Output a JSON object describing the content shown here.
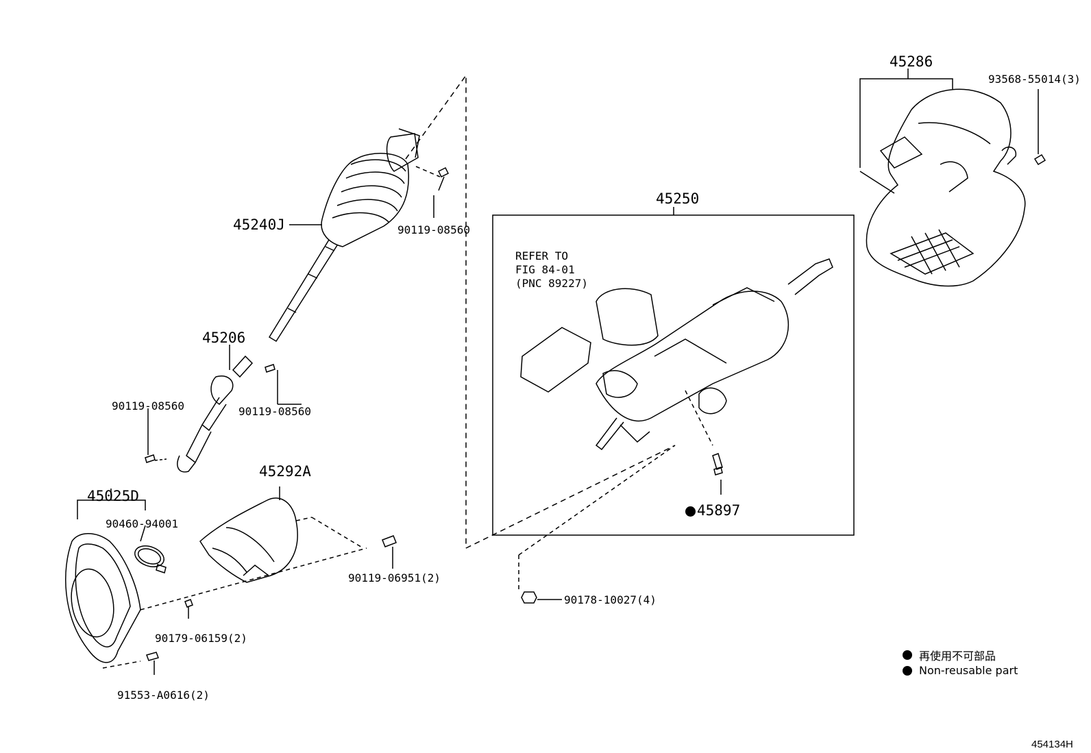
{
  "diagram": {
    "parts": {
      "p45240J": "45240J",
      "p90119_08560_a": "90119-08560",
      "p45206": "45206",
      "p90119_08560_b": "90119-08560",
      "p90119_08560_c": "90119-08560",
      "p45025D": "45025D",
      "p90460_94001": "90460-94001",
      "p45292A": "45292A",
      "p90119_06951": "90119-06951(2)",
      "p90179_06159": "90179-06159(2)",
      "p91553_A0616": "91553-A0616(2)",
      "p45250": "45250",
      "p45897": "45897",
      "p90178_10027": "90178-10027(4)",
      "p45286": "45286",
      "p93568_55014": "93568-55014(3)"
    },
    "refer": {
      "line1": "REFER TO",
      "line2": "FIG 84-01",
      "line3": "(PNC 89227)"
    },
    "legend": {
      "jp": "再使用不可部品",
      "en": "Non-reusable part"
    },
    "figure_id": "454134H"
  }
}
